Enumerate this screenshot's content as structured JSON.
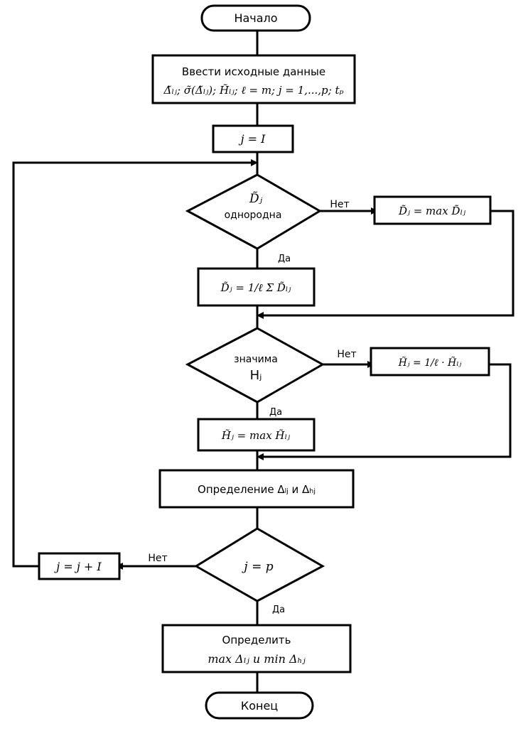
{
  "start": "Начало",
  "input": {
    "line1": "Ввести исходные данные",
    "line2": "Δ̃ₗⱼ; σ̃(Δ̃ₗⱼ); H̃ₗⱼ; ℓ = m; j = 1,...,p; tₚ"
  },
  "init": "j = I",
  "decision1": {
    "line1": "D̃ⱼ",
    "line2": "однородна",
    "no_label": "Нет",
    "yes_label": "Да"
  },
  "no_box1": "D̃ⱼ = max D̃ₗⱼ",
  "yes_box1": "D̃ⱼ = 1/ℓ Σ D̃ₗⱼ",
  "decision2": {
    "line1": "значима",
    "line2": "Hⱼ",
    "no_label": "Нет",
    "yes_label": "Да"
  },
  "no_box2": "H̃ⱼ = 1/ℓ · H̃ₗⱼ",
  "yes_box2": "H̃ⱼ = max H̃ₗⱼ",
  "process1": "Определение Δₗⱼ и Δₕⱼ",
  "decision3": {
    "text": "j = p",
    "no_label": "Нет",
    "yes_label": "Да"
  },
  "increment": "j = j + I",
  "result": {
    "line1": "Определить",
    "line2": "max Δₗⱼ  и  min Δₕⱼ"
  },
  "end": "Конец"
}
